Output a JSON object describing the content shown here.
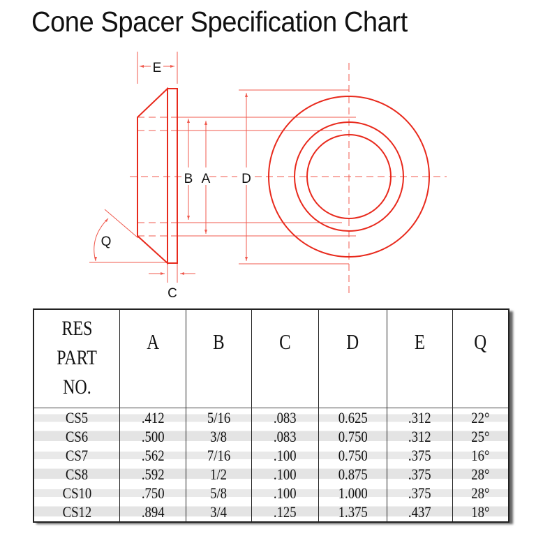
{
  "title": "Cone Spacer Specification Chart",
  "diagram": {
    "labels": {
      "E": "E",
      "B": "B",
      "A": "A",
      "D": "D",
      "Q": "Q",
      "C": "C"
    },
    "line_color": "#e8291c"
  },
  "table": {
    "headers": {
      "part_line1": "RES",
      "part_line2": "PART",
      "part_line3": "NO.",
      "a": "A",
      "b": "B",
      "c": "C",
      "d": "D",
      "e": "E",
      "q": "Q"
    },
    "rows": [
      {
        "part": "CS5",
        "a": ".412",
        "b": "5/16",
        "c": ".083",
        "d": "0.625",
        "e": ".312",
        "q": "22°"
      },
      {
        "part": "CS6",
        "a": ".500",
        "b": "3/8",
        "c": ".083",
        "d": "0.750",
        "e": ".312",
        "q": "25°"
      },
      {
        "part": "CS7",
        "a": ".562",
        "b": "7/16",
        "c": ".100",
        "d": "0.750",
        "e": ".375",
        "q": "16°"
      },
      {
        "part": "CS8",
        "a": ".592",
        "b": "1/2",
        "c": ".100",
        "d": "0.875",
        "e": ".375",
        "q": "28°"
      },
      {
        "part": "CS10",
        "a": ".750",
        "b": "5/8",
        "c": ".100",
        "d": "1.000",
        "e": ".375",
        "q": "28°"
      },
      {
        "part": "CS12",
        "a": ".894",
        "b": "3/4",
        "c": ".125",
        "d": "1.375",
        "e": ".437",
        "q": "18°"
      }
    ]
  }
}
